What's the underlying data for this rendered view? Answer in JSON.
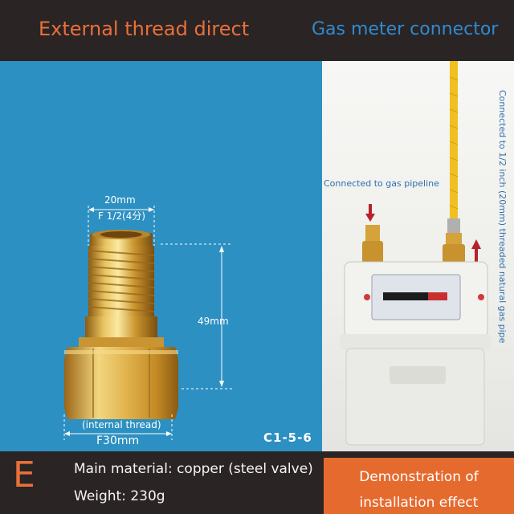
{
  "header": {
    "left_title": "External thread direct",
    "right_title": "Gas meter connector"
  },
  "product": {
    "top_width": "20mm",
    "thread_spec": "F 1/2(4分)",
    "height": "49mm",
    "bottom_note": "(internal thread)",
    "bottom_size": "F30mm",
    "code": "C1-5-6"
  },
  "install": {
    "pipeline_label": "Connected to gas pipeline",
    "pipe_note": "Connected to 1/2 inch (20mm) threaded natural gas pipe"
  },
  "specs": {
    "letter": "E",
    "material": "Main material: copper (steel valve)",
    "weight": "Weight: 230g"
  },
  "demo": {
    "line1": "Demonstration of",
    "line2": "installation effect"
  },
  "colors": {
    "accent_orange": "#e8703a",
    "title_blue": "#2f8ad0",
    "panel_blue": "#2d90c2",
    "background_dark": "#2a2424",
    "brass": "#d4a83a"
  }
}
